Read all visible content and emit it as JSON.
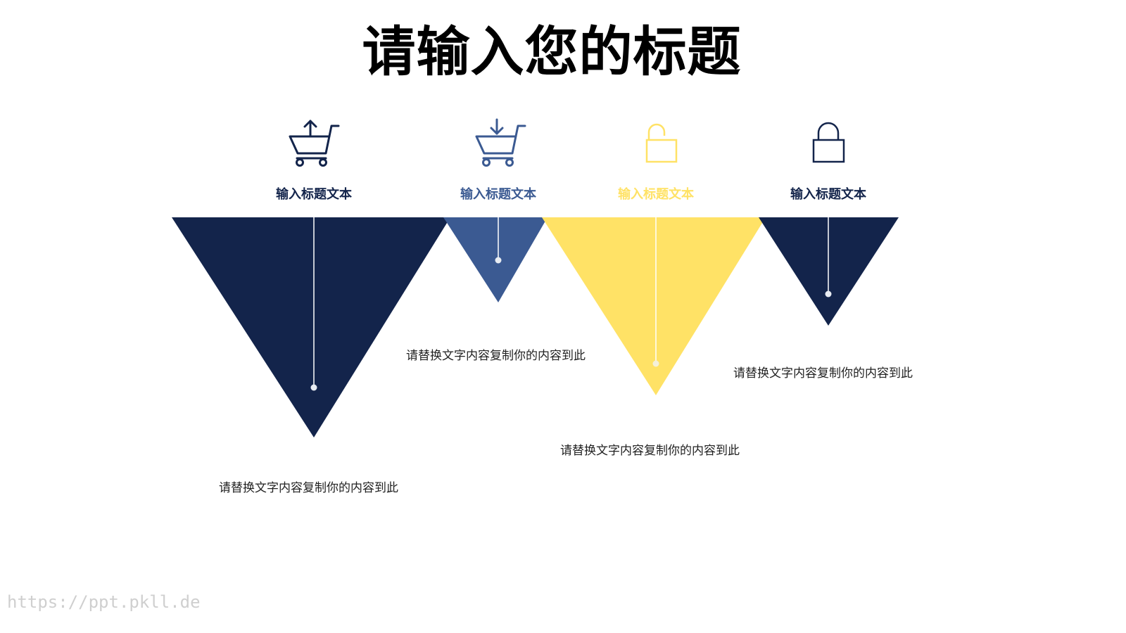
{
  "slide": {
    "title": "请输入您的标题",
    "colors": {
      "navy": "#13244B",
      "blue": "#3B5A92",
      "yellow": "#FFE266",
      "dot": "#E8ECF2"
    },
    "items": [
      {
        "icon": "cart-upload-icon",
        "label": "输入标题文本",
        "label_color": "#13244B",
        "description": "请替换文字内容复制你的内容到此"
      },
      {
        "icon": "cart-download-icon",
        "label": "输入标题文本",
        "label_color": "#3B5A92",
        "description": "请替换文字内容复制你的内容到此"
      },
      {
        "icon": "lock-open-icon",
        "label": "输入标题文本",
        "label_color": "#FFE266",
        "description": "请替换文字内容复制你的内容到此"
      },
      {
        "icon": "lock-closed-icon",
        "label": "输入标题文本",
        "label_color": "#13244B",
        "description": "请替换文字内容复制你的内容到此"
      }
    ]
  },
  "watermark": "https://ppt.pkll.de"
}
